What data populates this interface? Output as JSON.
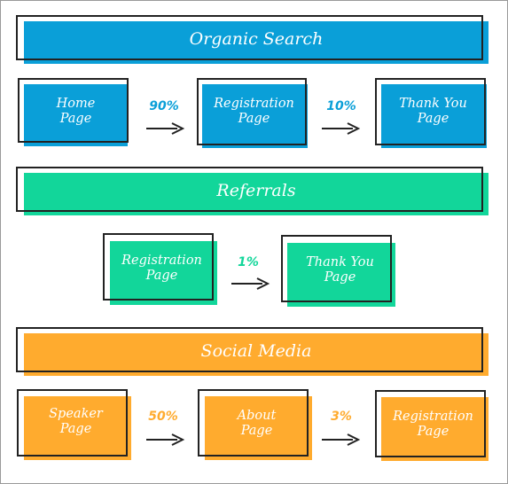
{
  "colors": {
    "organic": "#0a9fd8",
    "referrals": "#12d69a",
    "social": "#ffab2e",
    "outline": "#222222"
  },
  "sections": [
    {
      "title": "Organic Search",
      "color_key": "organic",
      "nodes": [
        {
          "label": "Home\nPage"
        },
        {
          "label": "Registration\nPage"
        },
        {
          "label": "Thank You\nPage"
        }
      ],
      "transitions": [
        {
          "from": "Home Page",
          "to": "Registration Page",
          "percent": "90%"
        },
        {
          "from": "Registration Page",
          "to": "Thank You Page",
          "percent": "10%"
        }
      ]
    },
    {
      "title": "Referrals",
      "color_key": "referrals",
      "nodes": [
        {
          "label": "Registration\nPage"
        },
        {
          "label": "Thank You\nPage"
        }
      ],
      "transitions": [
        {
          "from": "Registration Page",
          "to": "Thank You Page",
          "percent": "1%"
        }
      ]
    },
    {
      "title": "Social Media",
      "color_key": "social",
      "nodes": [
        {
          "label": "Speaker\nPage"
        },
        {
          "label": "About\nPage"
        },
        {
          "label": "Registration\nPage"
        }
      ],
      "transitions": [
        {
          "from": "Speaker Page",
          "to": "About Page",
          "percent": "50%"
        },
        {
          "from": "About Page",
          "to": "Registration Page",
          "percent": "3%"
        }
      ]
    }
  ]
}
